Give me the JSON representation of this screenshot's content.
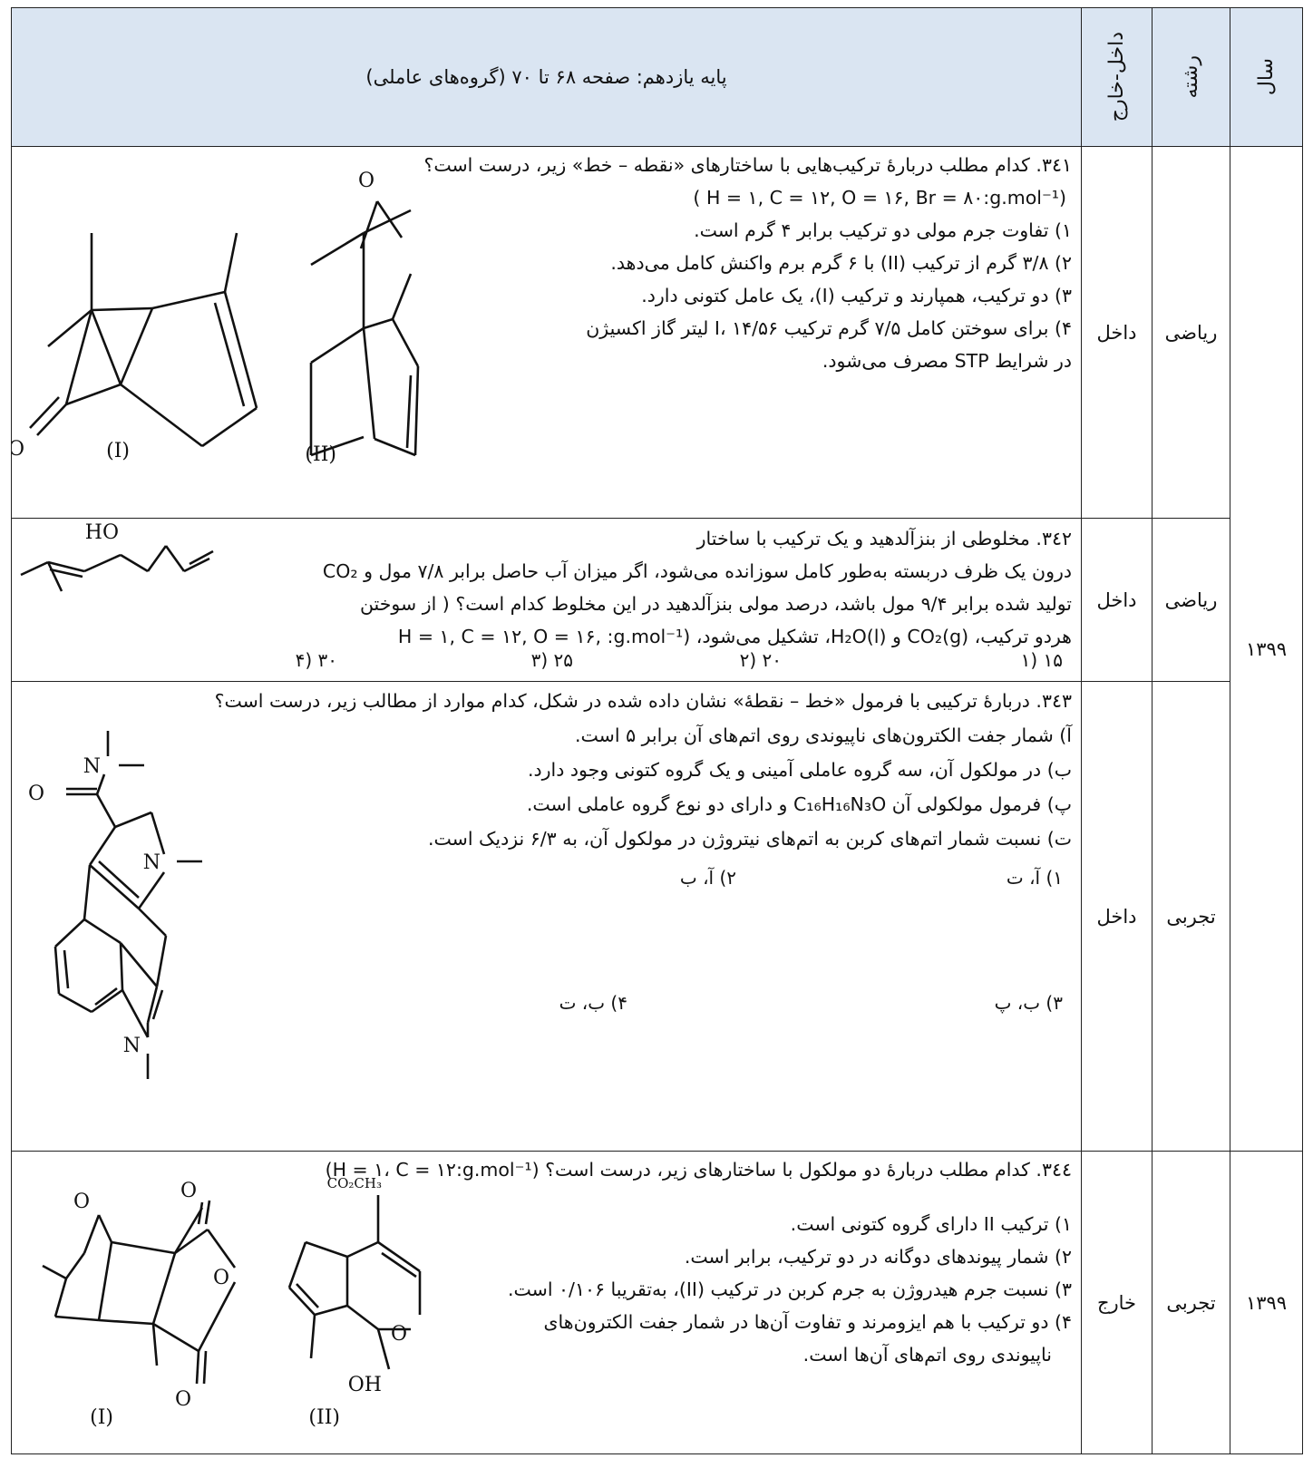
{
  "header": {
    "year": "سال",
    "field": "رشته",
    "inout": "داخل-خارج",
    "title": "پایه یازدهم: صفحه ۶۸ تا ۷۰ (گروه‌های عاملی)"
  },
  "q341": {
    "field": "ریاضی",
    "inout": "داخل",
    "lines": [
      "۳٤۱. کدام مطلب دربارهٔ ترکیب‌هایی با ساختارهای «نقطه – خط» زیر، درست است؟",
      "(H = ۱, C = ۱۲, O = ۱۶, Br = ۸۰:g.mol⁻¹ )",
      "۱) تفاوت جرم مولی دو ترکیب برابر ۴ گرم است.",
      "۲) ۳/۸ گرم از ترکیب (II) با ۶ گرم برم واکنش کامل می‌دهد.",
      "۳) دو ترکیب، همپارند و ترکیب (I)، یک عامل کتونی دارد.",
      "۴) برای سوختن کامل ۷/۵ گرم ترکیب I، ۱۴/۵۶ لیتر گاز اکسیژن",
      "در شرایط STP مصرف می‌شود."
    ],
    "mol_labels": [
      "(I)",
      "(II)",
      "O",
      "O"
    ]
  },
  "q342": {
    "field": "ریاضی",
    "inout": "داخل",
    "lines": [
      "۳٤۲. مخلوطی از بنزآلدهید و یک ترکیب با ساختار",
      "درون یک ظرف دربسته به‌طور کامل سوزانده می‌شود، اگر میزان آب حاصل برابر ۷/۸ مول و CO₂",
      "تولید شده برابر ۹/۴ مول باشد، درصد مولی بنزآلدهید در این مخلوط کدام است؟ ( از سوختن",
      "هردو ترکیب، CO₂(g) و H₂O(l)، تشکیل می‌شود، (H = ۱, C = ۱۲, O = ۱۶, :g.mol⁻¹"
    ],
    "options": [
      "۱۵ (۱",
      "۲۰ (۲",
      "۲۵ (۳",
      "۳۰ (۴"
    ],
    "mol_labels": [
      "HO"
    ]
  },
  "q343": {
    "field": "تجربی",
    "inout": "داخل",
    "lines": [
      "۳٤۳. دربارهٔ ترکیبی با فرمول «خط – نقطهٔ» نشان داده شده در شکل، کدام موارد از مطالب زیر، درست است؟",
      "آ) شمار جفت الکترون‌های ناپیوندی روی اتم‌های آن برابر ۵ است.",
      "ب) در مولکول آن، سه گروه عاملی آمینی و یک گروه کتونی وجود دارد.",
      "پ) فرمول مولکولی آن C₁₆H₁₆N₃O و دارای دو نوع گروه عاملی است.",
      "ت) نسبت شمار اتم‌های کربن به اتم‌های نیتروژن در مولکول آن، به ۶/۳ نزدیک است."
    ],
    "options": [
      "۱) آ، ت",
      "۲) آ، ب",
      "۳) ب، پ",
      "۴) ب، ت"
    ],
    "mol_labels": [
      "O",
      "N",
      "N",
      "N"
    ]
  },
  "q344": {
    "field": "تجربی",
    "inout": "خارج",
    "lines": [
      "۳٤٤. کدام مطلب دربارهٔ دو مولکول با ساختارهای زیر، درست است؟ (H = ۱، C = ۱۲:g.mol⁻¹)",
      "۱) ترکیب II دارای گروه کتونی است.",
      "۲) شمار پیوندهای دوگانه در دو ترکیب، برابر است.",
      "۳) نسبت جرم هیدروژن به جرم کربن در ترکیب (II)، به‌تقریبا ۰/۱۰۶ است.",
      "۴) دو ترکیب با هم ایزومرند و تفاوت آن‌ها در شمار جفت الکترون‌های",
      "ناپیوندی روی اتم‌های آن‌ها است."
    ],
    "mol_labels": [
      "(I)",
      "(II)",
      "O",
      "O",
      "O",
      "O",
      "O",
      "OH",
      "CO₂CH₃"
    ]
  },
  "year_group1": "۱۳۹۹",
  "year_group2": "۱۳۹۹"
}
